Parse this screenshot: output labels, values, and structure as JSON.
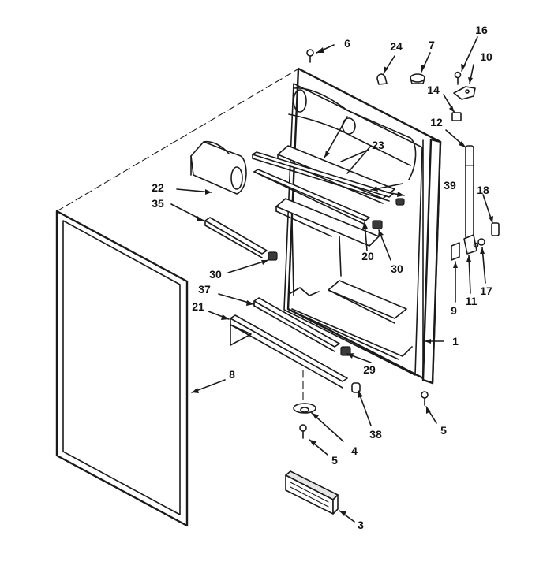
{
  "callouts": {
    "c1": "1",
    "c3": "3",
    "c4": "4",
    "c5a": "5",
    "c5b": "5",
    "c6": "6",
    "c7": "7",
    "c8": "8",
    "c9": "9",
    "c10": "10",
    "c11": "11",
    "c12": "12",
    "c14": "14",
    "c16": "16",
    "c17": "17",
    "c18": "18",
    "c20": "20",
    "c21": "21",
    "c22": "22",
    "c23": "23",
    "c24": "24",
    "c29": "29",
    "c30a": "30",
    "c30b": "30",
    "c35": "35",
    "c37": "37",
    "c38": "38",
    "c39": "39"
  }
}
